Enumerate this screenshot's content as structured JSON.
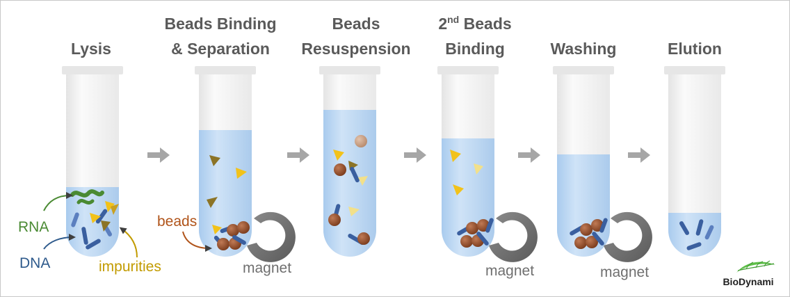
{
  "steps": [
    {
      "id": "lysis",
      "lines": [
        "Lysis"
      ]
    },
    {
      "id": "beads-binding-separation",
      "lines": [
        "Beads Binding",
        "& Separation"
      ]
    },
    {
      "id": "beads-resuspension",
      "lines": [
        "Beads",
        "Resuspension"
      ]
    },
    {
      "id": "second-beads-binding",
      "sup_base": "2",
      "sup": "nd",
      "line1_rest": " Beads",
      "line2": "Binding"
    },
    {
      "id": "washing",
      "lines": [
        "Washing"
      ]
    },
    {
      "id": "elution",
      "lines": [
        "Elution"
      ]
    }
  ],
  "labels": {
    "rna": "RNA",
    "dna": "DNA",
    "impurities": "impurities",
    "beads": "beads",
    "magnet": "magnet"
  },
  "logo": {
    "text": "BioDynami"
  },
  "colors": {
    "liquid": "#bcd7f2",
    "tube": "#f3f3f3",
    "cap": "#e6e6e6",
    "arrow": "#a6a6a6",
    "rna": "#4a8a33",
    "dna": "#2e5a8c",
    "impurities": "#c29b00",
    "beads": "#b0541a",
    "bead_fill": "#8a4a2a",
    "magnet": "#6f6f6f",
    "fragment": "#3a5f9f"
  }
}
